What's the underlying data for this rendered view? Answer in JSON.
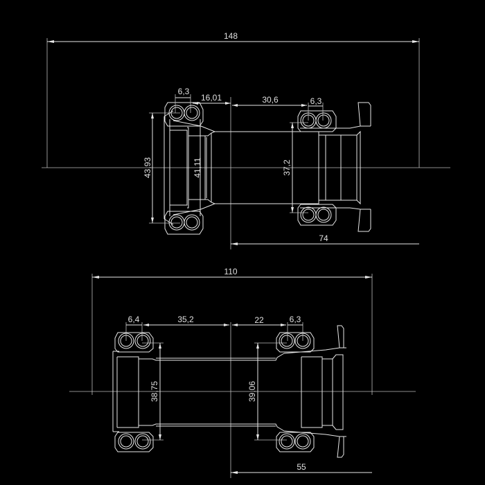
{
  "top_view": {
    "dims": {
      "overall_length": "148",
      "bearing_width_left": "6,3",
      "offset_left": "16,01",
      "offset_right": "30,6",
      "bearing_width_right": "6,3",
      "outer_diameter": "43,93",
      "inner_diameter_left": "41,11",
      "inner_diameter_right": "37,2",
      "half_length": "74"
    }
  },
  "bottom_view": {
    "dims": {
      "overall_length": "110",
      "bearing_width_left": "6,4",
      "offset_left": "35,2",
      "offset_right": "22",
      "bearing_width_right": "6,3",
      "inner_diameter_left": "38,75",
      "inner_diameter_right": "39,06",
      "half_length": "55"
    }
  },
  "colors": {
    "background": "#000000",
    "lines": "#e8e8e8"
  }
}
